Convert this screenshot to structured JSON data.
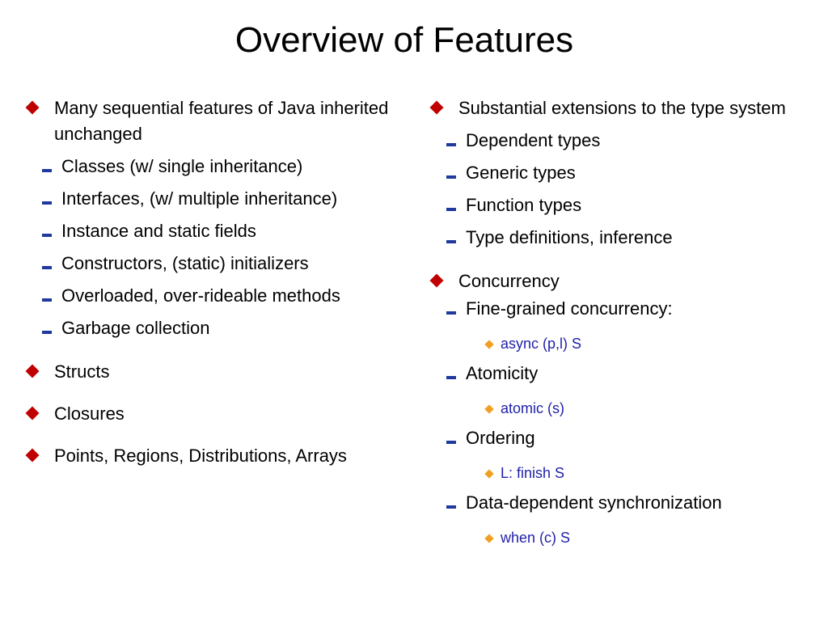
{
  "title": "Overview of Features",
  "left": {
    "items": [
      {
        "text": "Many sequential features of Java inherited unchanged",
        "sub": [
          "Classes (w/ single inheritance)",
          "Interfaces, (w/ multiple inheritance)",
          "Instance and static fields",
          "Constructors, (static) initializers",
          "Overloaded, over-rideable methods",
          "Garbage collection"
        ]
      },
      {
        "text": "Structs"
      },
      {
        "text": "Closures"
      },
      {
        "text": "Points, Regions, Distributions, Arrays"
      }
    ]
  },
  "right": {
    "items": [
      {
        "text": "Substantial extensions to the type system",
        "sub": [
          {
            "text": "Dependent types"
          },
          {
            "text": "Generic types"
          },
          {
            "text": "Function types"
          },
          {
            "text": "Type definitions, inference"
          }
        ]
      },
      {
        "text": "Concurrency",
        "sub": [
          {
            "text": "Fine-grained concurrency:",
            "code": "async (p,l) S"
          },
          {
            "text": "Atomicity",
            "code": "atomic (s)"
          },
          {
            "text": "Ordering",
            "code": "L: finish S"
          },
          {
            "text": "Data-dependent synchronization",
            "code": "when (c) S"
          }
        ]
      }
    ]
  },
  "colors": {
    "level1_bullet": "#c00000",
    "level2_dash": "#1f3a9c",
    "level3_bullet": "#f0a020",
    "code_text": "#1f1fa8"
  }
}
